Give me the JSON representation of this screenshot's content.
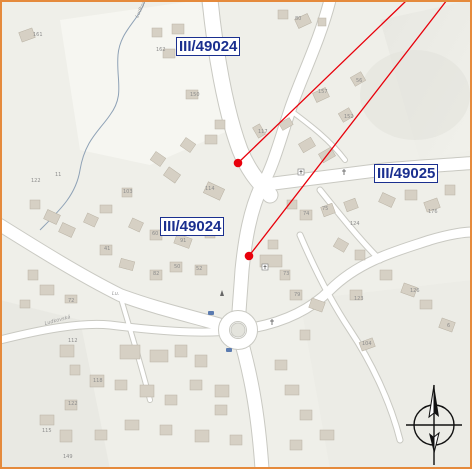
{
  "colors": {
    "background": "#efefe9",
    "road": "#ffffff",
    "road_edge": "#c9c9c2",
    "building": "#d6d0c4",
    "building_edge": "#b9b2a4",
    "stream": "#8fa2b6",
    "frame": "#e58a3c",
    "pointer_line": "#e8000b",
    "label_border": "#1a2f8f",
    "label_text": "#1a2f8f"
  },
  "road_labels": [
    {
      "id": "a",
      "text": "III/49024"
    },
    {
      "id": "b",
      "text": "III/49025"
    },
    {
      "id": "c",
      "text": "III/49024"
    }
  ],
  "house_numbers": [
    "161",
    "150",
    "162",
    "80",
    "56",
    "157",
    "152",
    "117",
    "114",
    "11",
    "103",
    "75",
    "91",
    "60",
    "122",
    "124",
    "176",
    "74",
    "75",
    "41",
    "82",
    "50",
    "52",
    "72",
    "123",
    "126",
    "73",
    "79",
    "104",
    "112",
    "118",
    "122",
    "115",
    "6",
    "149"
  ],
  "street_names": [
    "Ludkovice",
    "Ludkovská",
    "Lu."
  ],
  "icons": {
    "north_arrow": "north-arrow-icon",
    "church": "church-icon",
    "chapel": "chapel-icon",
    "bus_stop": "bus-stop-icon",
    "cross": "cross-icon"
  }
}
